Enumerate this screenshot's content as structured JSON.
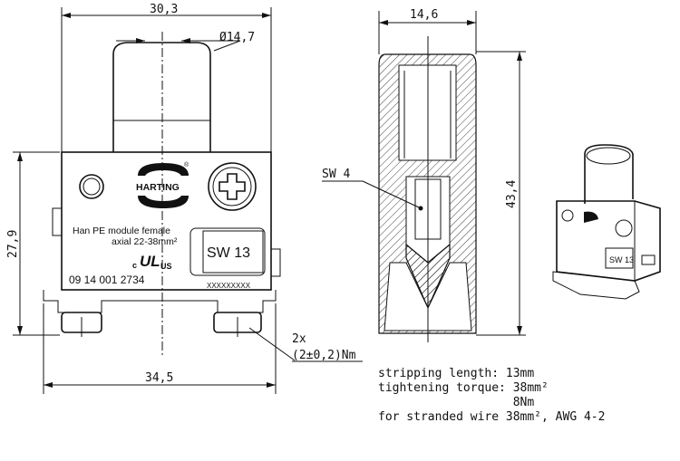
{
  "dimensions": {
    "width_top": "30,3",
    "diameter": "Ø14,7",
    "height_left": "27,9",
    "width_bottom": "34,5",
    "side_width": "14,6",
    "side_height": "43,4",
    "wrench_size_label": "SW 4",
    "torque_count": "2x",
    "torque_value": "(2±0,2)Nm"
  },
  "label_plate": {
    "brand": "HARTING",
    "product_line1": "Han PE module female",
    "product_line2": "axial 22-38mm²",
    "cert_c": "c",
    "cert_ul": "UL",
    "cert_us": "US",
    "part_number": "09 14 001 2734",
    "wrench_label": "SW 13",
    "serial": "XXXXXXXXX"
  },
  "notes": [
    "stripping length: 13mm",
    "tightening torque: 38mm²",
    "                   8Nm",
    "for stranded wire 38mm², AWG 4-2"
  ],
  "photo": {
    "wrench_label": "SW 13"
  }
}
